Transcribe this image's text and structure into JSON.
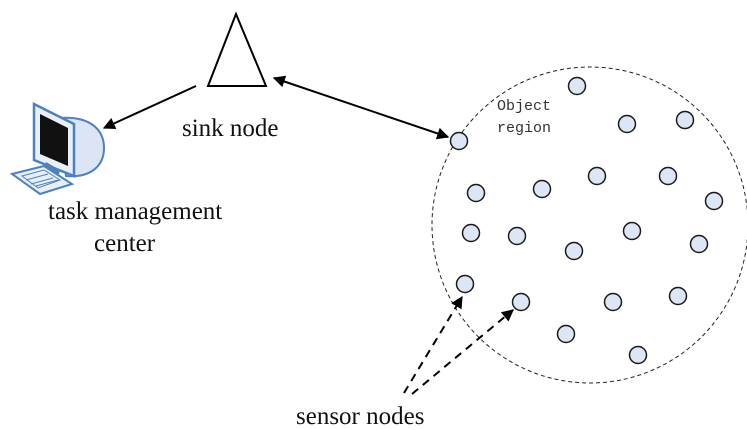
{
  "labels": {
    "sink_node": "sink node",
    "task_center_line1": "task management",
    "task_center_line2": "center",
    "object_region_line1": "Object",
    "object_region_line2": "region",
    "sensor_nodes": "sensor nodes"
  },
  "icons": {
    "sink": "triangle",
    "task_center": "computer-monitor"
  },
  "colors": {
    "node_fill": "#dde6f5",
    "node_stroke": "#1a1a1a",
    "computer_blue": "#4f81bd"
  }
}
